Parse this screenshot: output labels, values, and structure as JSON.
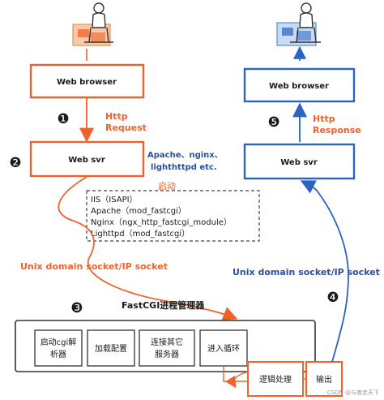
{
  "boxes": {
    "web_browser_left": "Web browser",
    "web_svr_left": "Web svr",
    "web_browser_right": "Web browser",
    "web_svr_right": "Web svr"
  },
  "steps": {
    "s1": "❶",
    "s2": "❷",
    "s3": "❸",
    "s4": "❹",
    "s5": "❺"
  },
  "labels": {
    "http_request_1": "Http",
    "http_request_2": "Request",
    "http_response_1": "Http",
    "http_response_2": "Response",
    "servers_1": "Apache、nginx、",
    "servers_2": "lighthttpd etc.",
    "start": "启动",
    "socket_left": "Unix domain socket/IP socket",
    "socket_right": "Unix domain socket/IP socket",
    "fastcgi_manager": "FastCGI进程管理器",
    "watermark": "CSDN @与者走天下"
  },
  "modules": [
    "IIS（ISAPI）",
    "Apache（mod_fastcgi）",
    "Nginx（ngx_http_fastcgi_module）",
    "Lighttpd（mod_fastcgi）"
  ],
  "process_boxes": {
    "p1_line1": "启动cgi解",
    "p1_line2": "析器",
    "p2": "加载配置",
    "p3_line1": "连接其它",
    "p3_line2": "服务器",
    "p4": "进入循环",
    "logic": "逻辑处理",
    "output": "输出"
  },
  "colors": {
    "orange": "#f0622a",
    "blue": "#2a63c2",
    "dark": "#1a1a1a"
  }
}
